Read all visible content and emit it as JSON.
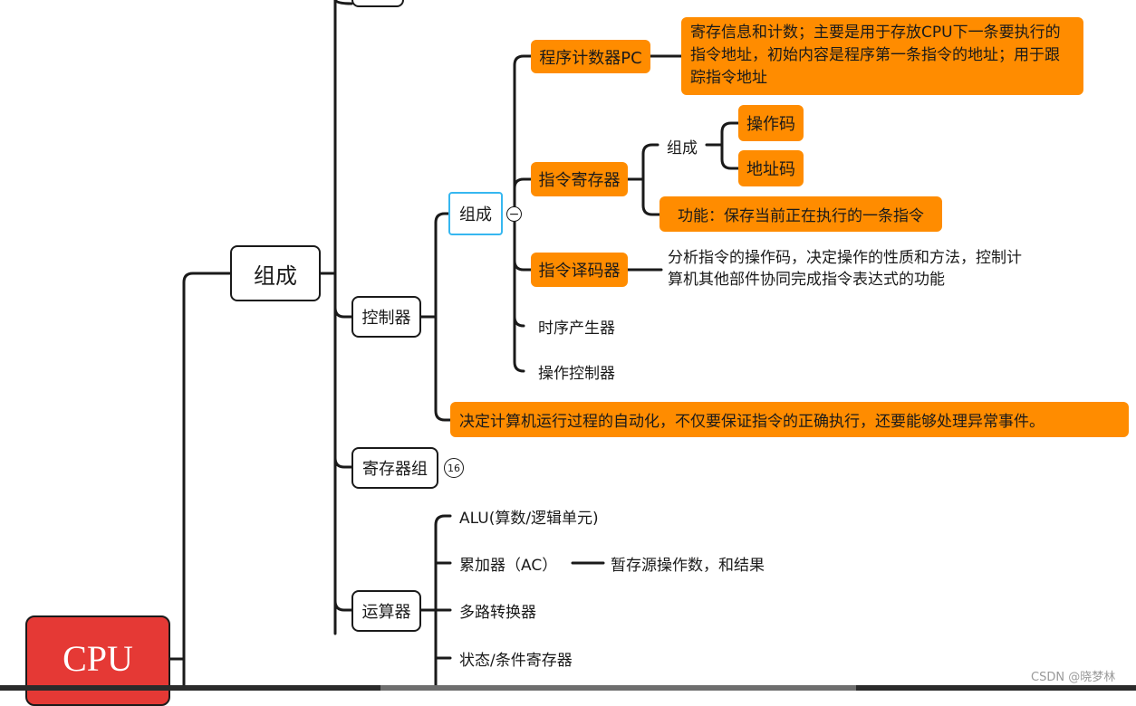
{
  "nodes": {
    "cpu": "CPU",
    "zucheng_main": "组成",
    "controller": "控制器",
    "ctrl_zucheng": "组成",
    "pc": "程序计数器PC",
    "pc_desc": "寄存信息和计数；主要是用于存放CPU下一条要执行的指令地址，初始内容是程序第一条指令的地址；用于跟踪指令地址",
    "ir": "指令寄存器",
    "ir_zucheng": "组成",
    "opcode": "操作码",
    "addrcode": "地址码",
    "ir_func": "功能：保存当前正在执行的一条指令",
    "decoder": "指令译码器",
    "decoder_desc": "分析指令的操作码，决定操作的性质和方法，控制计算机其他部件协同完成指令表达式的功能",
    "timing": "时序产生器",
    "op_ctrl": "操作控制器",
    "ctrl_desc": "决定计算机运行过程的自动化，不仅要保证指令的正确执行，还要能够处理异常事件。",
    "regs": "寄存器组",
    "regs_badge": "16",
    "alu_group": "运算器",
    "alu": "ALU(算数/逻辑单元)",
    "acc": "累加器（AC）",
    "acc_desc": "暂存源操作数，和结果",
    "mux": "多路转换器",
    "status_reg": "状态/条件寄存器"
  },
  "collapse_symbol": "−",
  "watermark": "CSDN @晓梦林",
  "colors": {
    "orange": "#ff8c00",
    "cpu_red": "#e53935",
    "selected": "#36b7f0"
  }
}
